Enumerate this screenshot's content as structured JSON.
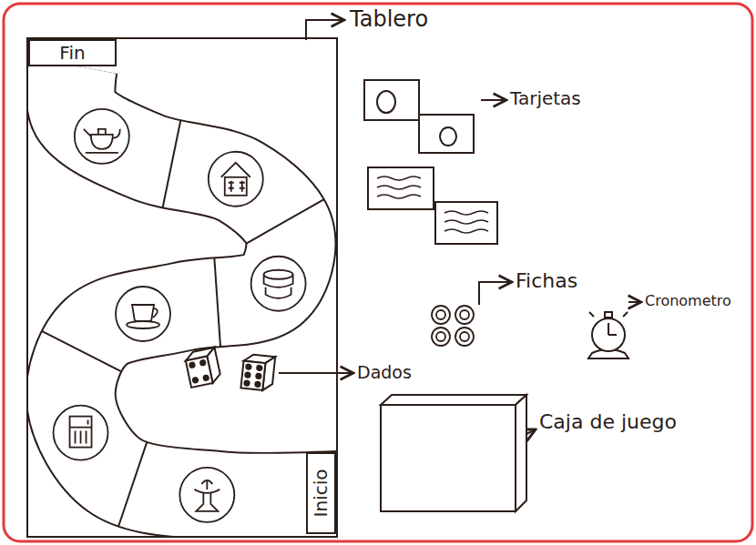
{
  "diagram": {
    "nodes": [
      {
        "text": [
          "Fin"
        ]
      },
      {
        "text": [
          "Inicio"
        ]
      }
    ],
    "labels": [
      "Tablero",
      "Tarjetas",
      "Fichas",
      "Cronometro",
      "Dados",
      "Caja de juego"
    ]
  }
}
